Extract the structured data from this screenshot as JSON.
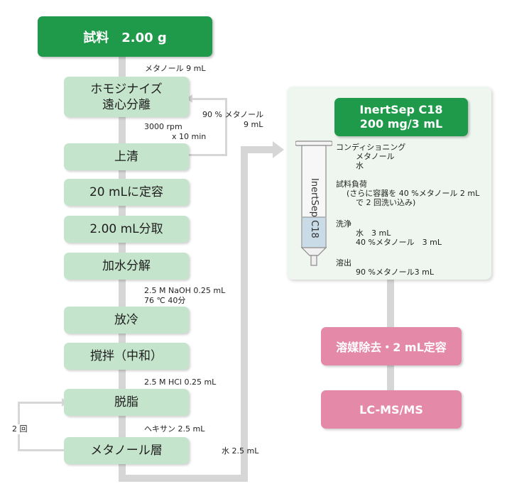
{
  "sample": "試料　2.00 g",
  "notes": {
    "methanol_9ml": "メタノール 9 mL",
    "centrifuge_rpm": "3000 rpm",
    "centrifuge_time": "x 10 min",
    "recycle_methanol_1": "90 % メタノール",
    "recycle_methanol_2": "9 mL",
    "naoh_1": "2.5 M NaOH 0.25 mL",
    "naoh_2": "76 ℃ 40分",
    "hcl": "2.5 M HCl 0.25 mL",
    "hexane": "ヘキサン 2.5 mL",
    "repeat": "2 回",
    "water": "水 2.5 mL"
  },
  "steps": {
    "homogenize_1": "ホモジナイズ",
    "homogenize_2": "遠心分離",
    "supernatant": "上清",
    "dilute": "20 mLに定容",
    "aliquot": "2.00 mL分取",
    "hydrolysis": "加水分解",
    "cool": "放冷",
    "stir": "撹拌（中和）",
    "defat": "脱脂",
    "methanol_layer": "メタノール層"
  },
  "spe": {
    "title_1": "InertSep C18",
    "title_2": "200 mg/3 mL",
    "cartridge_label": "InertSep C18",
    "conditioning": "コンディショニング",
    "cond_methanol": "メタノール",
    "cond_water": "水",
    "load": "試料負荷",
    "load_detail_1": "(さらに容器を 40 %メタノール 2 mL",
    "load_detail_2": "で 2 回洗い込み)",
    "wash": "洗浄",
    "wash_water": "水　3 mL",
    "wash_methanol": "40 %メタノール　3 mL",
    "elute": "溶出",
    "elute_methanol": "90 %メタノール3 mL"
  },
  "final": {
    "evaporate": "溶媒除去・2 mL定容",
    "analysis": "LC-MS/MS"
  },
  "colors": {
    "dark_green": "#1e9a4a",
    "light_green": "#c5e4cc",
    "panel": "#eef6ef",
    "pink": "#e589a8",
    "connector": "#d6d6d6"
  }
}
